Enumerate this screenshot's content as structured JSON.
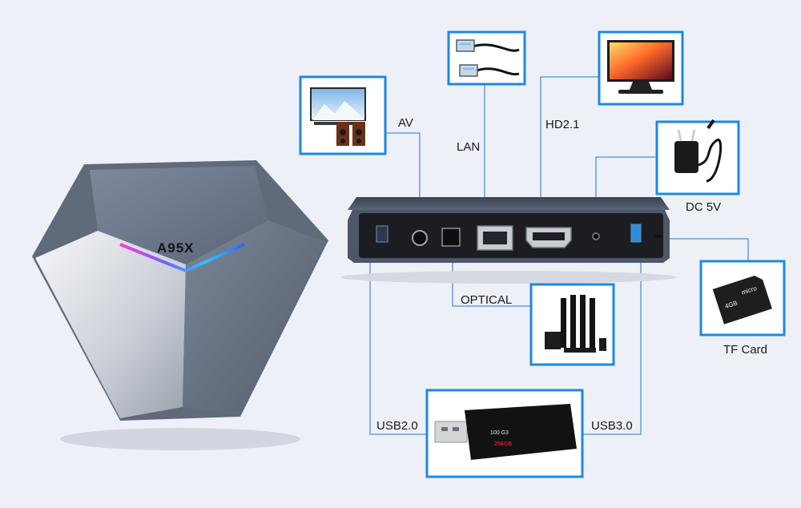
{
  "product": {
    "brand": "A95X"
  },
  "ports": {
    "av": "AV",
    "lan": "LAN",
    "hdmi": "HD2.1",
    "dc": "DC 5V",
    "tf": "TF Card",
    "optical": "OPTICAL",
    "usb2": "USB2.0",
    "usb3": "USB3.0"
  },
  "usb_drive": {
    "model": "100 G3",
    "capacity": "256GB"
  },
  "tf_card": {
    "capacity": "4GB",
    "type": "micro"
  },
  "colors": {
    "frame": "#1e88e5",
    "wire": "#4a90d9",
    "background": "#eef0f8"
  }
}
